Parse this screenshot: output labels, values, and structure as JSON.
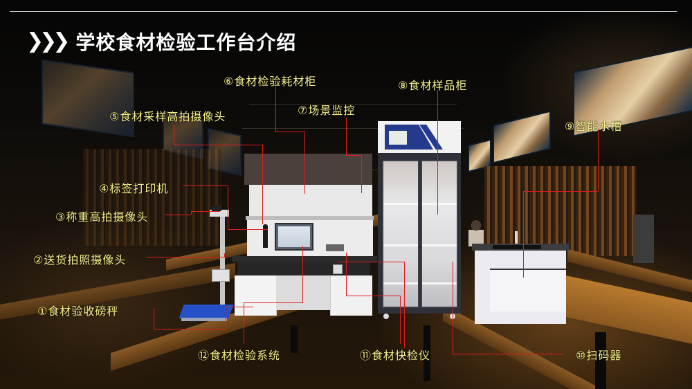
{
  "slide": {
    "title": "学校食材检验工作台介绍",
    "title_icon": "triple-chevron-right-icon"
  },
  "colors": {
    "label_text": "#f4f08a",
    "leader_line": "#e21c1c",
    "title_text": "#ffffff",
    "rule": "#d8d8d8"
  },
  "callouts": [
    {
      "num": "①",
      "text": "食材验收磅秤",
      "full": "①食材验收磅秤"
    },
    {
      "num": "②",
      "text": "送货拍照摄像头",
      "full": "②送货拍照摄像头"
    },
    {
      "num": "③",
      "text": "称重高拍摄像头",
      "full": "③称重高拍摄像头"
    },
    {
      "num": "④",
      "text": "标签打印机",
      "full": "④标签打印机"
    },
    {
      "num": "⑤",
      "text": "食材采样高拍摄像头",
      "full": "⑤食材采样高拍摄像头"
    },
    {
      "num": "⑥",
      "text": "食材检验耗材柜",
      "full": "⑥食材检验耗材柜"
    },
    {
      "num": "⑦",
      "text": "场景监控",
      "full": "⑦场景监控"
    },
    {
      "num": "⑧",
      "text": "食材样品柜",
      "full": "⑧食材样品柜"
    },
    {
      "num": "⑨",
      "text": "智能水槽",
      "full": "⑨智能水槽"
    },
    {
      "num": "⑩",
      "text": "扫码器",
      "full": "⑩扫码器"
    },
    {
      "num": "⑪",
      "text": "食材快检仪",
      "full": "⑪食材快检仪"
    },
    {
      "num": "⑫",
      "text": "食材检验系统",
      "full": "⑫食材检验系统"
    }
  ]
}
